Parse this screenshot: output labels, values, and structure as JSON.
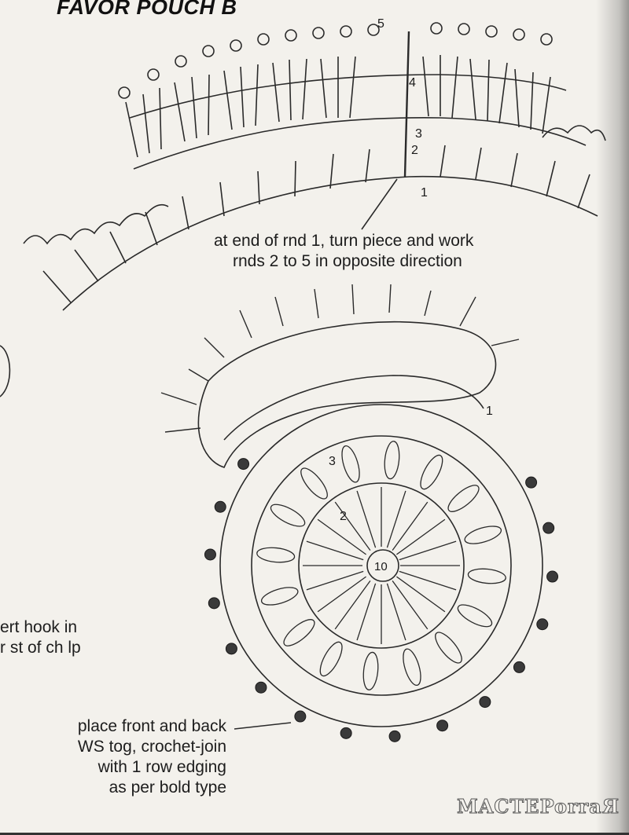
{
  "title": "FAVOR POUCH B",
  "notes": {
    "turn_line1": "at end of rnd 1, turn piece and work",
    "turn_line2": "rnds 2 to 5 in opposite direction",
    "hook_line1": "ert hook in",
    "hook_line2": "r st of ch lp",
    "place_line1": "place front and back",
    "place_line2": "WS tog, crochet-join",
    "place_line3": "with 1 row edging",
    "place_line4": "as per bold type"
  },
  "upper_round_numbers": [
    "1",
    "2",
    "3",
    "4",
    "5"
  ],
  "lower_round_numbers": [
    "1",
    "2",
    "3"
  ],
  "center_ring_label": "10",
  "watermark": "MACTEPorraЯ",
  "colors": {
    "ink": "#1a1a1a",
    "paper": "#f3f1ec"
  }
}
